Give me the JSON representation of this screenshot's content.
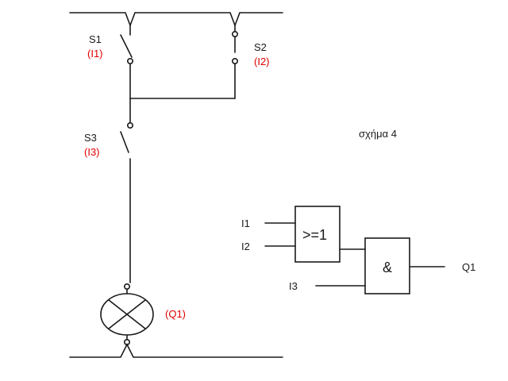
{
  "colors": {
    "ink": "#1a1a1a",
    "address": "#e00000",
    "background": "#ffffff"
  },
  "figure_title": "σχήμα 4",
  "contacts": {
    "s1": {
      "name": "S1",
      "address": "(I1)"
    },
    "s2": {
      "name": "S2",
      "address": "(I2)"
    },
    "s3": {
      "name": "S3",
      "address": "(I3)"
    }
  },
  "lamp": {
    "address": "(Q1)",
    "icon": "lamp-icon"
  },
  "logic": {
    "or_gate": {
      "symbol": ">=1",
      "inputs": [
        "I1",
        "I2"
      ]
    },
    "and_gate": {
      "symbol": "&",
      "extra_input": "I3"
    },
    "output": "Q1"
  }
}
